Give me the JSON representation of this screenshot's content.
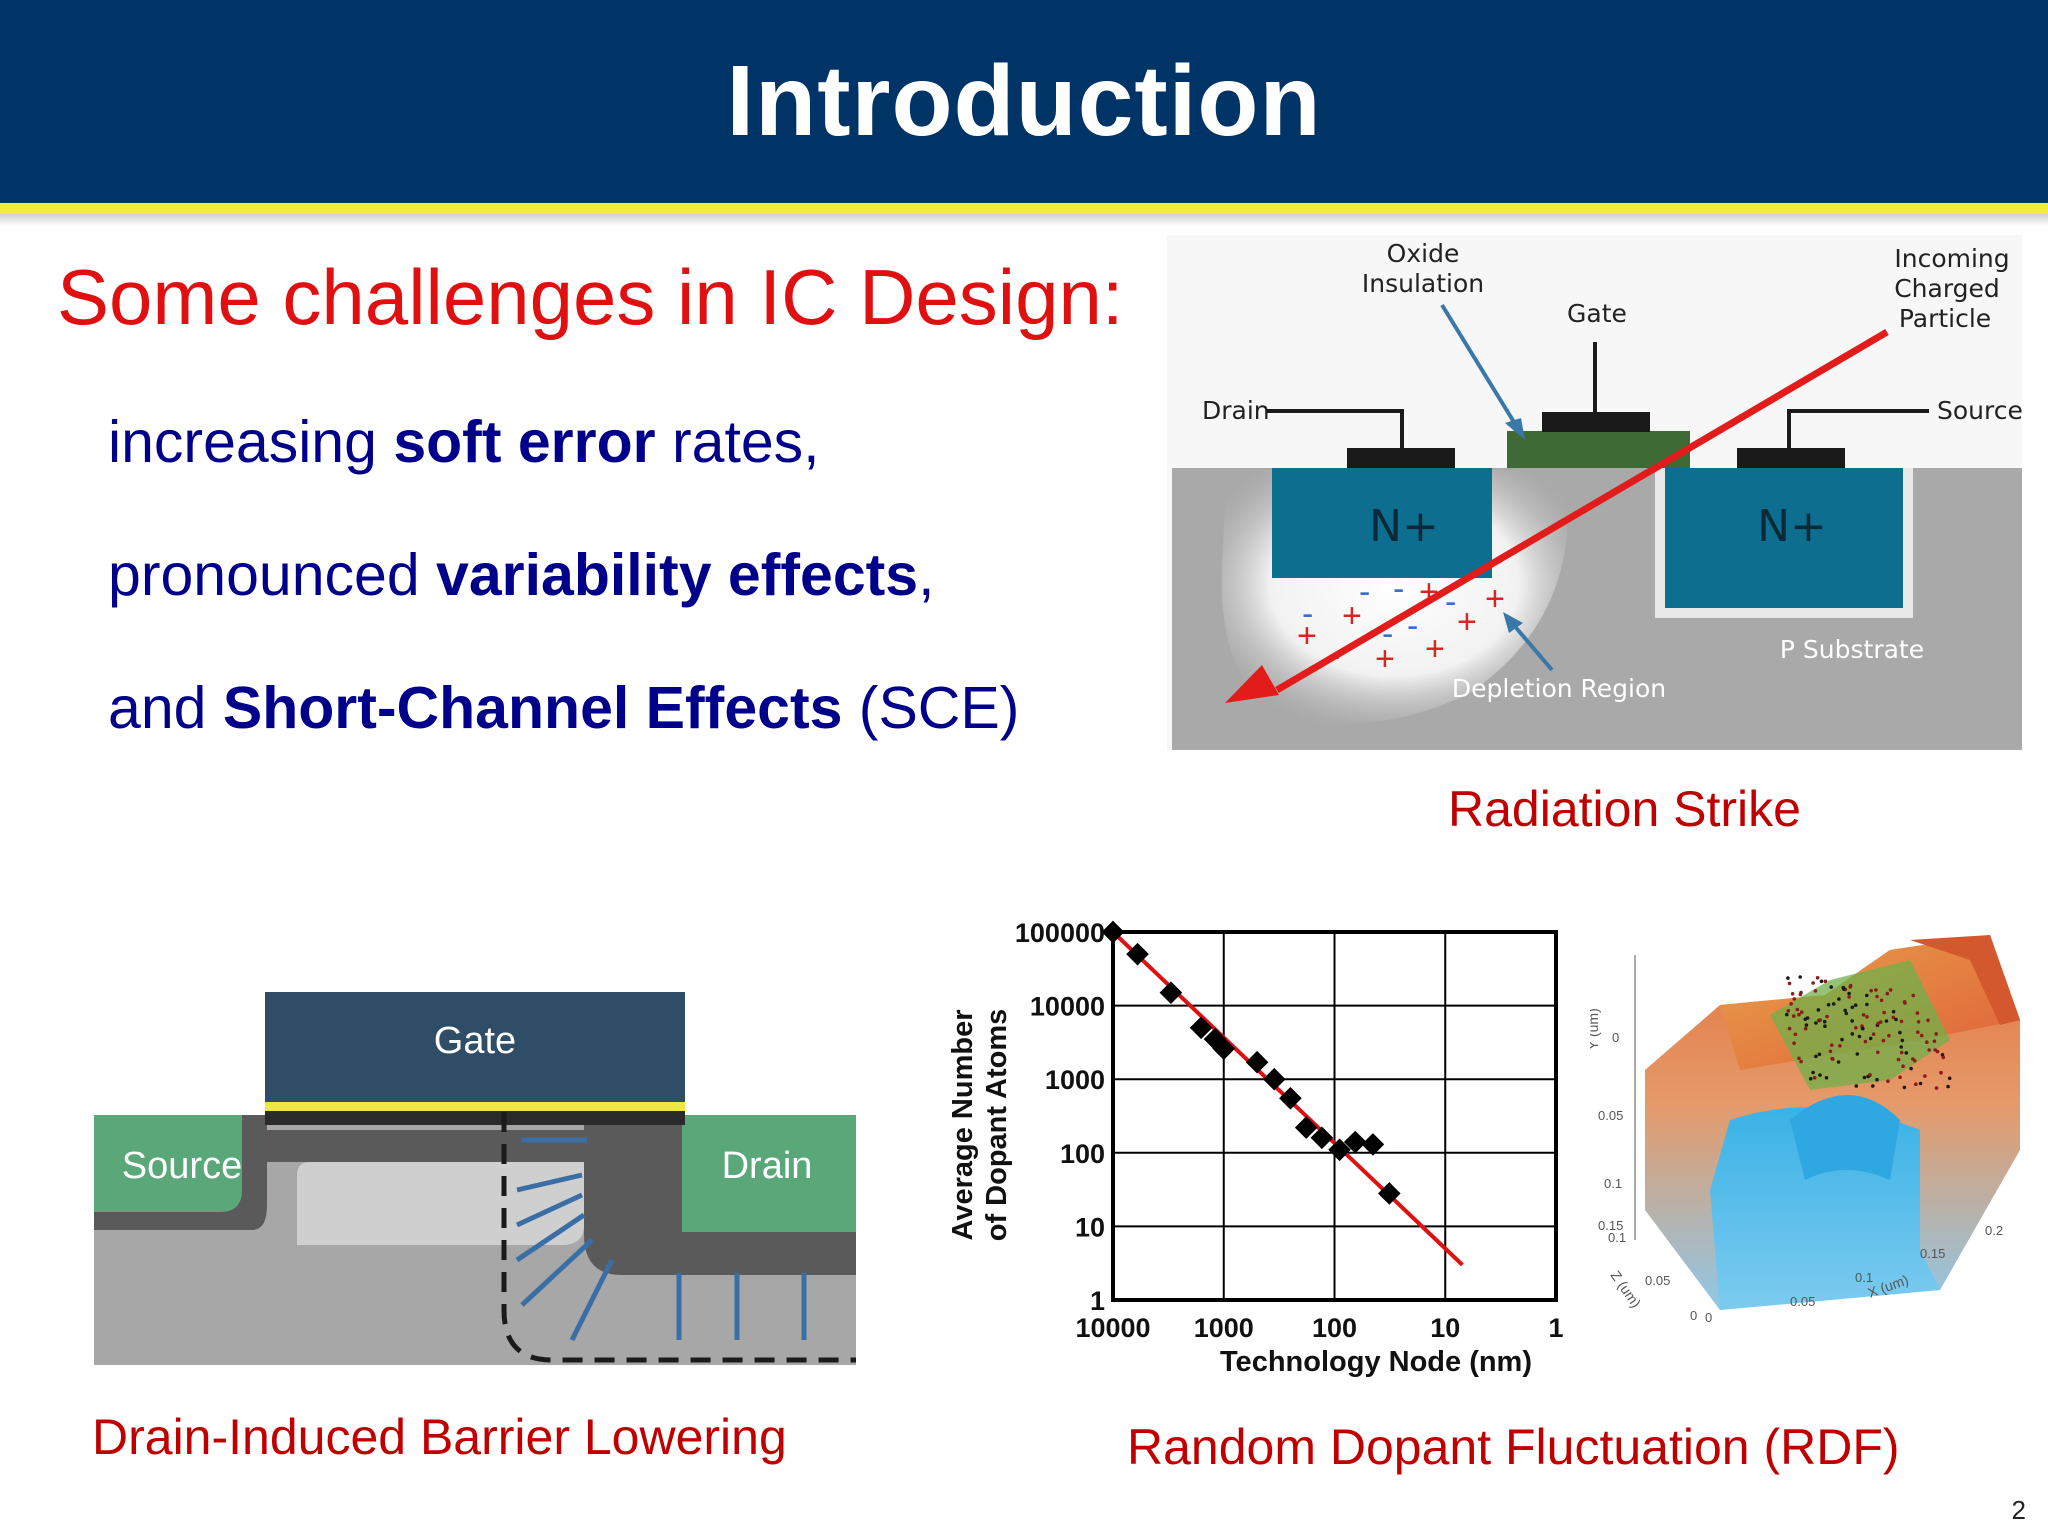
{
  "slide": {
    "title": "Introduction",
    "subtitle": "Some challenges in IC Design:",
    "page_number": "2"
  },
  "bullets": [
    {
      "pre": "increasing ",
      "bold": "soft error",
      "post": " rates,"
    },
    {
      "pre": "pronounced ",
      "bold": "variability effects",
      "post": ","
    },
    {
      "pre": "and ",
      "bold": "Short-Channel Effects",
      "post": " (SCE)"
    }
  ],
  "radiation": {
    "caption": "Radiation Strike",
    "labels": {
      "oxide_line1": "Oxide",
      "oxide_line2": "Insulation",
      "gate": "Gate",
      "incoming_line1": "Incoming",
      "incoming_line2": "Charged",
      "incoming_line3": "Particle",
      "drain": "Drain",
      "source": "Source",
      "n_plus_left": "N+",
      "n_plus_right": "N+",
      "p_substrate": "P Substrate",
      "depletion": "Depletion Region"
    }
  },
  "dibl": {
    "caption": "Drain-Induced Barrier Lowering",
    "labels": {
      "gate": "Gate",
      "source": "Source",
      "drain": "Drain"
    }
  },
  "rdf": {
    "caption": "Random Dopant Fluctuation (RDF)",
    "axes3d": {
      "y_label": "Y (um)",
      "z_label": "Z (um)",
      "x_label": "X (um)",
      "y_ticks": [
        "0",
        "0.05",
        "0.1",
        "0.15"
      ],
      "z_ticks": [
        "0.1",
        "0.05",
        "0"
      ],
      "x_ticks": [
        "0",
        "0.05",
        "0.1",
        "0.15",
        "0.2"
      ]
    }
  },
  "chart_data": {
    "type": "scatter",
    "title": "",
    "xlabel": "Technology Node (nm)",
    "ylabel": "Average Number of Dopant Atoms",
    "ylabel_lines": [
      "Average Number",
      "of Dopant Atoms"
    ],
    "x_scale": "log-reversed",
    "y_scale": "log",
    "xlim": [
      10000,
      1
    ],
    "ylim": [
      1,
      100000
    ],
    "x_ticks": [
      "10000",
      "1000",
      "100",
      "10",
      "1"
    ],
    "y_ticks": [
      "100000",
      "10000",
      "1000",
      "100",
      "10",
      "1"
    ],
    "grid": true,
    "series": [
      {
        "points": [
          {
            "x": 10000,
            "y": 100000
          },
          {
            "x": 6000,
            "y": 50000
          },
          {
            "x": 3000,
            "y": 15000
          },
          {
            "x": 1600,
            "y": 5000
          },
          {
            "x": 1200,
            "y": 3500
          },
          {
            "x": 1000,
            "y": 2600
          },
          {
            "x": 500,
            "y": 1700
          },
          {
            "x": 350,
            "y": 1000
          },
          {
            "x": 250,
            "y": 550
          },
          {
            "x": 180,
            "y": 220
          },
          {
            "x": 130,
            "y": 160
          },
          {
            "x": 90,
            "y": 110
          },
          {
            "x": 65,
            "y": 140
          },
          {
            "x": 45,
            "y": 130
          },
          {
            "x": 32,
            "y": 28
          }
        ]
      }
    ],
    "trendline": {
      "x": [
        10000,
        7
      ],
      "y": [
        100000,
        3
      ],
      "color": "#dd1111"
    },
    "point_color": "#000000"
  }
}
